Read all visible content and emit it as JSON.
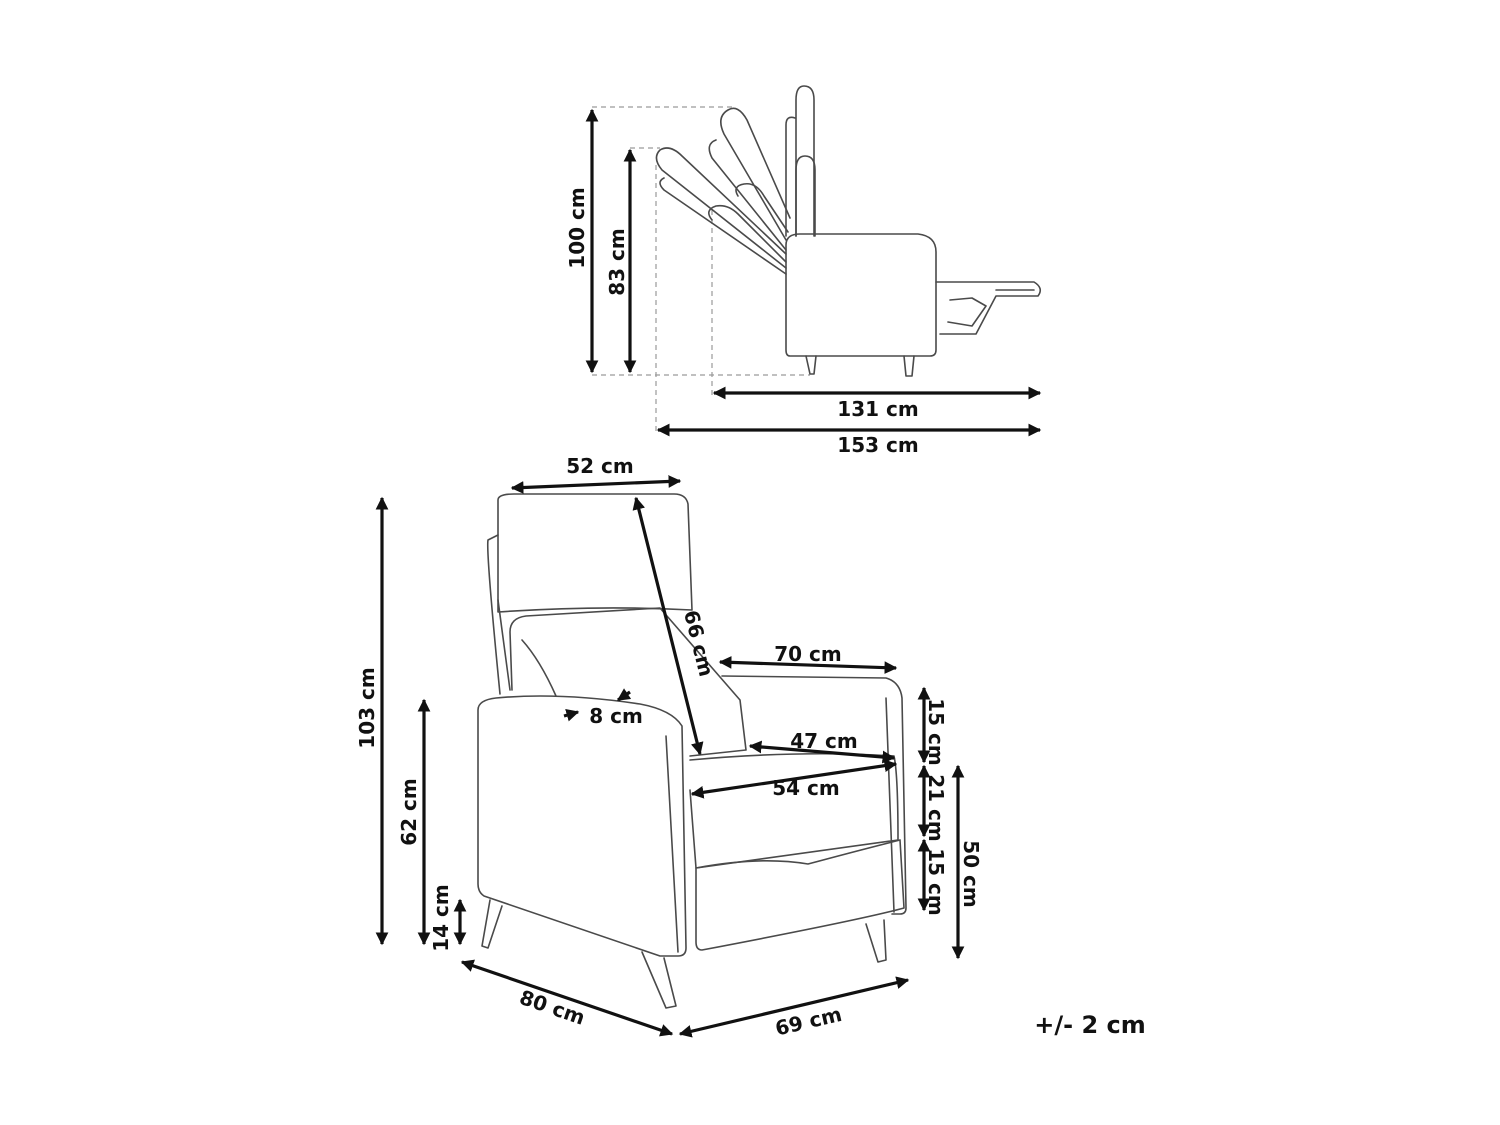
{
  "dimensions": {
    "d100": "100 cm",
    "d83": "83 cm",
    "d131": "131 cm",
    "d153": "153 cm",
    "d52": "52 cm",
    "d66": "66 cm",
    "d70": "70 cm",
    "d8": "8 cm",
    "d47": "47 cm",
    "d54": "54 cm",
    "d103": "103 cm",
    "d62": "62 cm",
    "d14": "14 cm",
    "d15a": "15 cm",
    "d21": "21 cm",
    "d15b": "15 cm",
    "d50": "50 cm",
    "d80": "80 cm",
    "d69": "69 cm"
  },
  "tolerance": "+/- 2 cm",
  "colors": {
    "outline": "#4a4a4a",
    "dimension": "#111111",
    "guide": "#9a9a9a"
  }
}
